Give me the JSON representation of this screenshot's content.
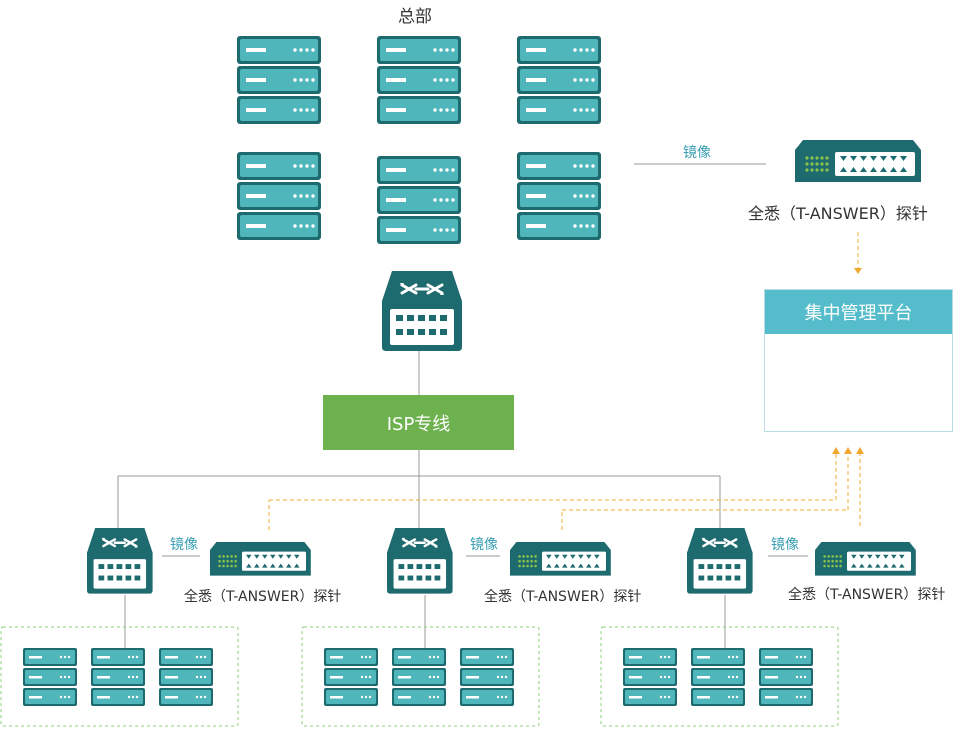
{
  "hq_label": "总部",
  "isp_label": "ISP专线",
  "platform_label": "集中管理平台",
  "mirror_label": "镜像",
  "probe_label": "全悉（T-ANSWER）探针",
  "colors": {
    "teal_dark": "#1d6a6f",
    "teal_light": "#4fb6bc",
    "green": "#6db24e",
    "platform_head": "#55bccb",
    "orange_dashed": "#f0a830",
    "branch_box_border": "#8ccf77",
    "line_gray": "#999999"
  },
  "icons": [
    "server-rack-icon",
    "router-icon",
    "network-switch-icon",
    "desktop-computer-icon"
  ],
  "hq": {
    "server_stacks": 6
  },
  "branches": [
    {
      "mirror_label": "镜像",
      "probe_label": "全悉（T-ANSWER）探针",
      "server_stacks": 3
    },
    {
      "mirror_label": "镜像",
      "probe_label": "全悉（T-ANSWER）探针",
      "server_stacks": 3
    },
    {
      "mirror_label": "镜像",
      "probe_label": "全悉（T-ANSWER）探针",
      "server_stacks": 3
    }
  ]
}
